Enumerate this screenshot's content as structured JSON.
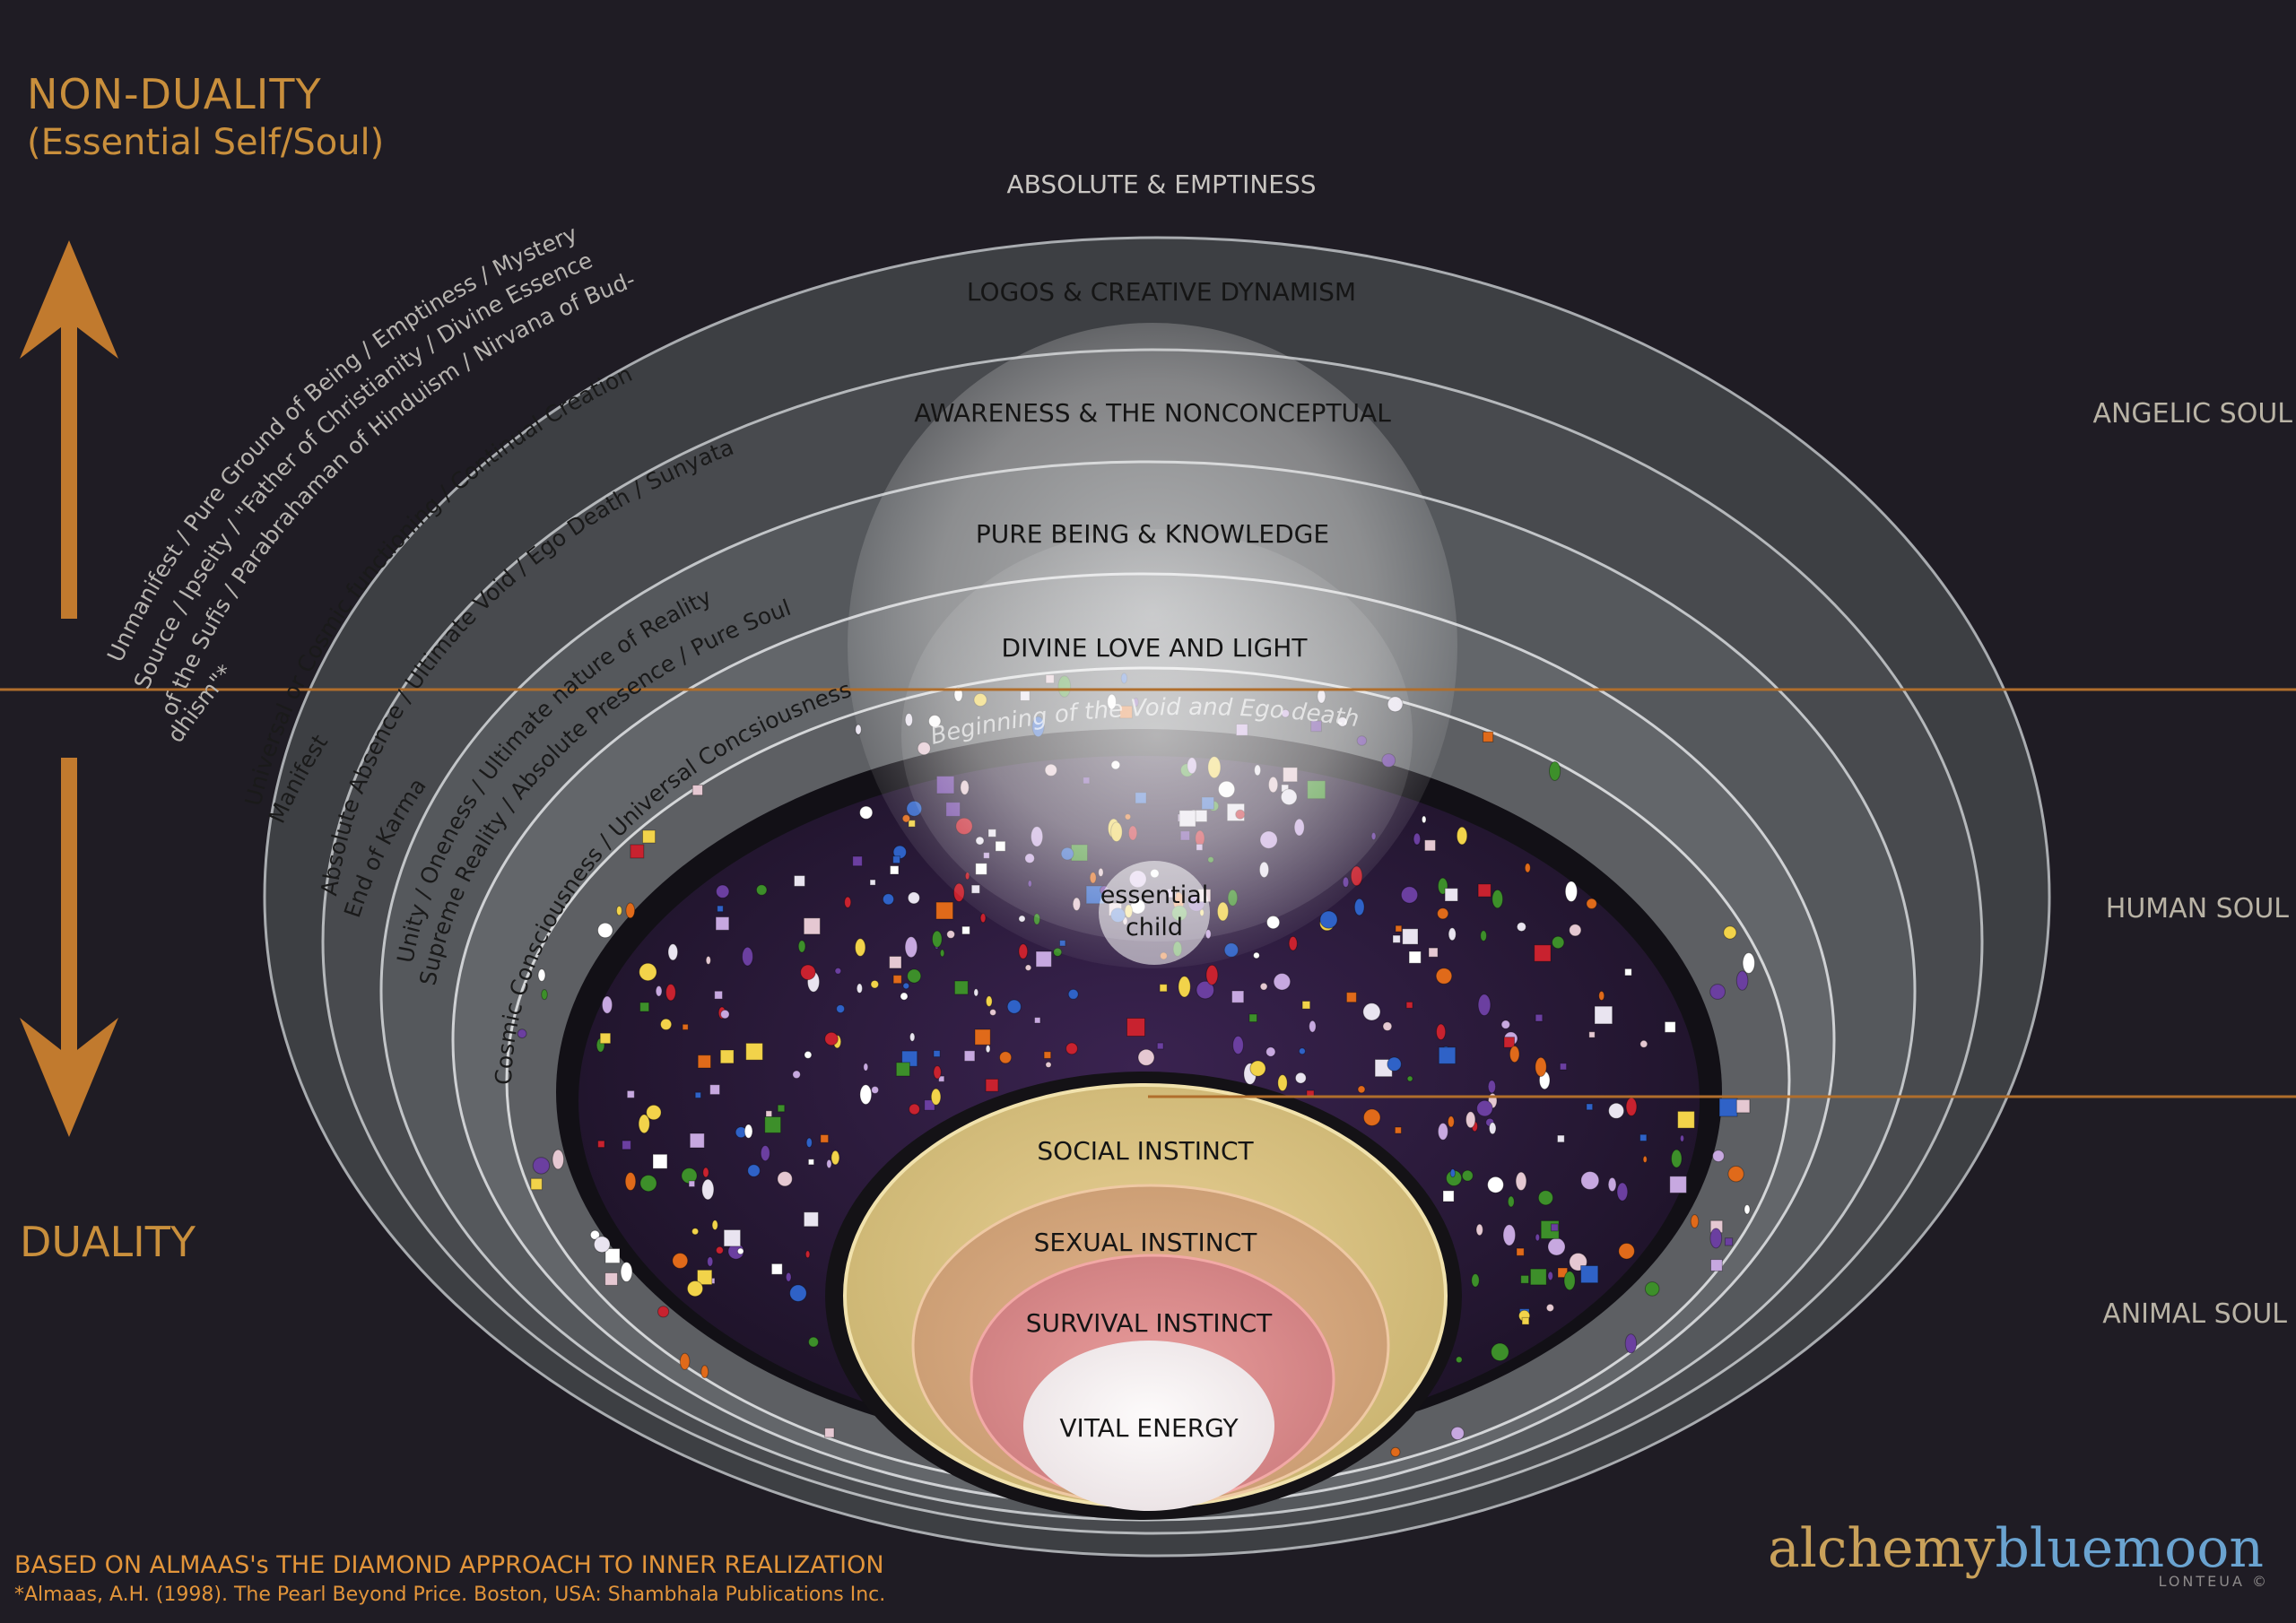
{
  "header": {
    "non_duality": "NON-DUALITY",
    "essential_self": "(Essential Self/Soul)",
    "duality": "DUALITY"
  },
  "levels": {
    "absolute": "ABSOLUTE & EMPTINESS",
    "logos": "LOGOS & CREATIVE DYNAMISM",
    "awareness": "AWARENESS & THE NONCONCEPTUAL",
    "pure_being": "PURE BEING & KNOWLEDGE",
    "divine_love": "DIVINE LOVE AND LIGHT",
    "void": "Beginning of the Void and Ego death",
    "essential_child_1": "essential",
    "essential_child_2": "child",
    "social": "SOCIAL INSTINCT",
    "sexual": "SEXUAL INSTINCT",
    "survival": "SURVIVAL INSTINCT",
    "vital": "VITAL ENERGY"
  },
  "souls": {
    "angelic": "ANGELIC SOUL",
    "human": "HUMAN SOUL",
    "animal": "ANIMAL SOUL"
  },
  "arcs": {
    "a1l1": "Unmanifest / Pure Ground of Being / Emptiness / Mystery",
    "a1l2": "Source / Ipseity / \"Father of Christianity / Divine Essence",
    "a1l3": "of the Sufis / Parabrahaman of Hinduism / Nirvana of Bud-",
    "a1l4": "dhism\"*",
    "a2l1": "Universal or Cosmic functioning / Continual Creation",
    "a2l2": "Manifest",
    "a3l1": "Absolute Absence / Ultimate Void / Ego Death / Sunyata",
    "a3l2": "End of Karma",
    "a4l1": "Unity / Oneness / Ultimate nature of Reality",
    "a4l2": "Supreme Reality / Absolute Presence / Pure Soul",
    "a5l1": "Cosmic Consciousness / Universal Concsiousness"
  },
  "footer": {
    "based_on": "BASED ON ALMAAS's THE DIAMOND APPROACH TO INNER REALIZATION",
    "citation": "*Almaas, A.H. (1998).  The Pearl Beyond Price. Boston, USA: Shambhala Publications Inc."
  },
  "logo": {
    "alchemy": "alchemy",
    "bluemoon": "bluemoon",
    "sub": "LONTEUA ©"
  },
  "colors": {
    "background": "#1f1c24",
    "accent": "#c98f3c",
    "line": "#b06e2c",
    "gem_palette": [
      "#ffffff",
      "#e9e4f0",
      "#f2d34a",
      "#c8222f",
      "#6b3fa0",
      "#3d8f2a",
      "#2f62c7",
      "#e06a1a",
      "#c7a8e0",
      "#e5c8d2"
    ]
  }
}
